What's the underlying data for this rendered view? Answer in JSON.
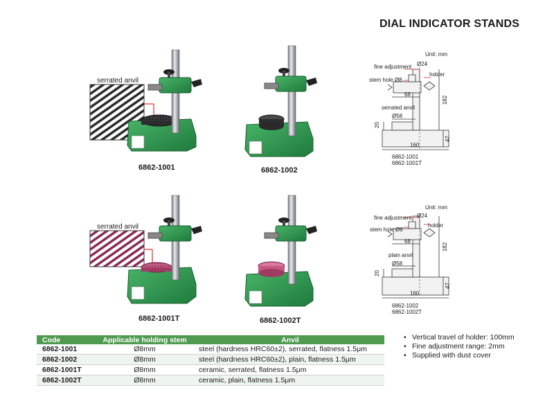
{
  "title": "DIAL INDICATOR STANDS",
  "products": [
    {
      "code": "6862-1001",
      "anvil_label": "serrated anvil"
    },
    {
      "code": "6862-1002"
    },
    {
      "code": "6862-1001T",
      "anvil_label": "serrated anvil"
    },
    {
      "code": "6862-1002T"
    }
  ],
  "drawings": [
    {
      "unit": "Unit: mm",
      "fine_adjustment": "fine adjustment",
      "d24": "Ø24",
      "holder": "holder",
      "stem_hole": "stem hole Ø8",
      "d68": "68",
      "h182": "182",
      "anvil": "serrated anvil",
      "d58": "Ø58",
      "h20": "20",
      "h47": "47",
      "w160": "160",
      "codes": [
        "6862-1001",
        "6862-1001T"
      ]
    },
    {
      "unit": "Unit: mm",
      "fine_adjustment": "fine adjustment",
      "d24": "Ø24",
      "holder": "holder",
      "stem_hole": "stem hole Ø8",
      "d68": "68",
      "h182": "182",
      "anvil": "plain anvil",
      "d58": "Ø58",
      "h20": "20",
      "h47": "47",
      "w160": "160",
      "codes": [
        "6862-1002",
        "6862-1002T"
      ]
    }
  ],
  "table": {
    "headers": [
      "Code",
      "Applicable holding stem",
      "Anvil"
    ],
    "rows": [
      [
        "6862-1001",
        "Ø8mm",
        "steel (hardness HRC60±2), serrated, flatness 1.5μm"
      ],
      [
        "6862-1002",
        "Ø8mm",
        "steel (hardness HRC60±2), plain, flatness 1.5μm"
      ],
      [
        "6862-1001T",
        "Ø8mm",
        "ceramic, serrated, flatness 1.5μm"
      ],
      [
        "6862-1002T",
        "Ø8mm",
        "ceramic, plain, flatness 1.5μm"
      ]
    ]
  },
  "notes": [
    "Vertical travel of holder: 100mm",
    "Fine adjustment range: 2mm",
    "Supplied with dust cover"
  ],
  "colors": {
    "stand_green": "#2f9a4f",
    "table_header": "#4e9a4e",
    "ceramic_anvil": "#c8587e",
    "steel_anvil": "#3a3a3a",
    "pointer_red": "#d9302a"
  }
}
